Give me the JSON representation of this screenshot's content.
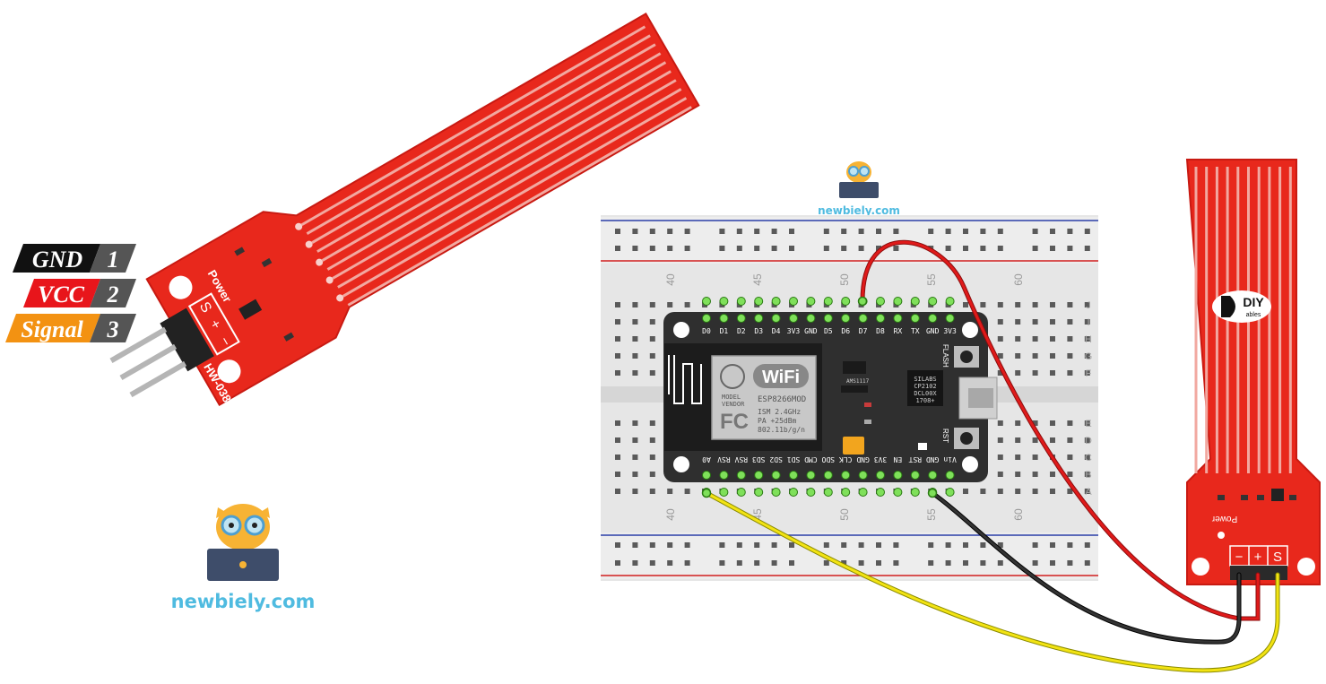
{
  "brand": {
    "site": "newbiely.com",
    "diy_logo_main": "DIY",
    "diy_logo_sub": "ables"
  },
  "pin_table": [
    {
      "name": "GND",
      "num": "1",
      "color": "#111111"
    },
    {
      "name": "VCC",
      "num": "2",
      "color": "#e8151b"
    },
    {
      "name": "Signal",
      "num": "3",
      "color": "#f39212"
    }
  ],
  "sensor_left": {
    "model": "HW-038",
    "power_label": "Power",
    "pin_marks": [
      "S",
      "+",
      "−"
    ]
  },
  "sensor_right": {
    "power_label": "Power",
    "pin_marks": [
      "−",
      "+",
      "S"
    ]
  },
  "breadboard": {
    "col_numbers_top": [
      "40",
      "45",
      "50",
      "55",
      "60"
    ],
    "col_numbers_bottom": [
      "40",
      "45",
      "50",
      "55",
      "60"
    ],
    "row_letters_top": [
      "J",
      "I",
      "H",
      "G",
      "F"
    ],
    "row_letters_bottom": [
      "E",
      "D",
      "C",
      "B",
      "A"
    ]
  },
  "nodemcu": {
    "top_pins": [
      "D0",
      "D1",
      "D2",
      "D3",
      "D4",
      "3V3",
      "GND",
      "D5",
      "D6",
      "D7",
      "D8",
      "RX",
      "TX",
      "GND",
      "3V3"
    ],
    "bottom_pins": [
      "A0",
      "RSV",
      "RSV",
      "SD3",
      "SD2",
      "SD1",
      "CMD",
      "SDO",
      "CLK",
      "GND",
      "3V3",
      "EN",
      "RST",
      "GND",
      "Vin"
    ],
    "wifi_label": "WiFi",
    "module": "ESP8266MOD",
    "model_label": "MODEL",
    "vendor_label": "VENDOR",
    "fc_label": "FC",
    "specs": [
      "ISM 2.4GHz",
      "PA +25dBm",
      "802.11b/g/n"
    ],
    "usb_chip": [
      "SILABS",
      "CP2102",
      "DCL00X",
      "1708+"
    ],
    "regulator": "AMS1117",
    "flash_label": "FLASH",
    "rst_label": "RST"
  }
}
